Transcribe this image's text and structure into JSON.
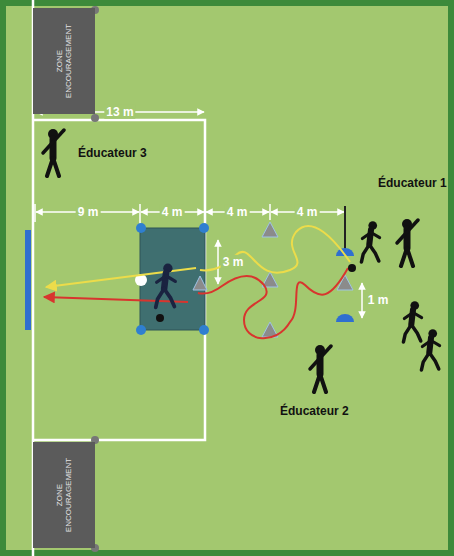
{
  "diagram": {
    "nodes": [
      {
        "text": [
          "ZONE ENCOURAGEMENT"
        ]
      },
      {
        "text": [
          "ZONE ENCOURAGEMENT"
        ]
      }
    ],
    "labels": [
      "13 m",
      "Éducateur 3",
      "9 m",
      "4 m",
      "4 m",
      "4 m",
      "3 m",
      "1 m",
      "Éducateur 1",
      "Éducateur 2"
    ]
  }
}
